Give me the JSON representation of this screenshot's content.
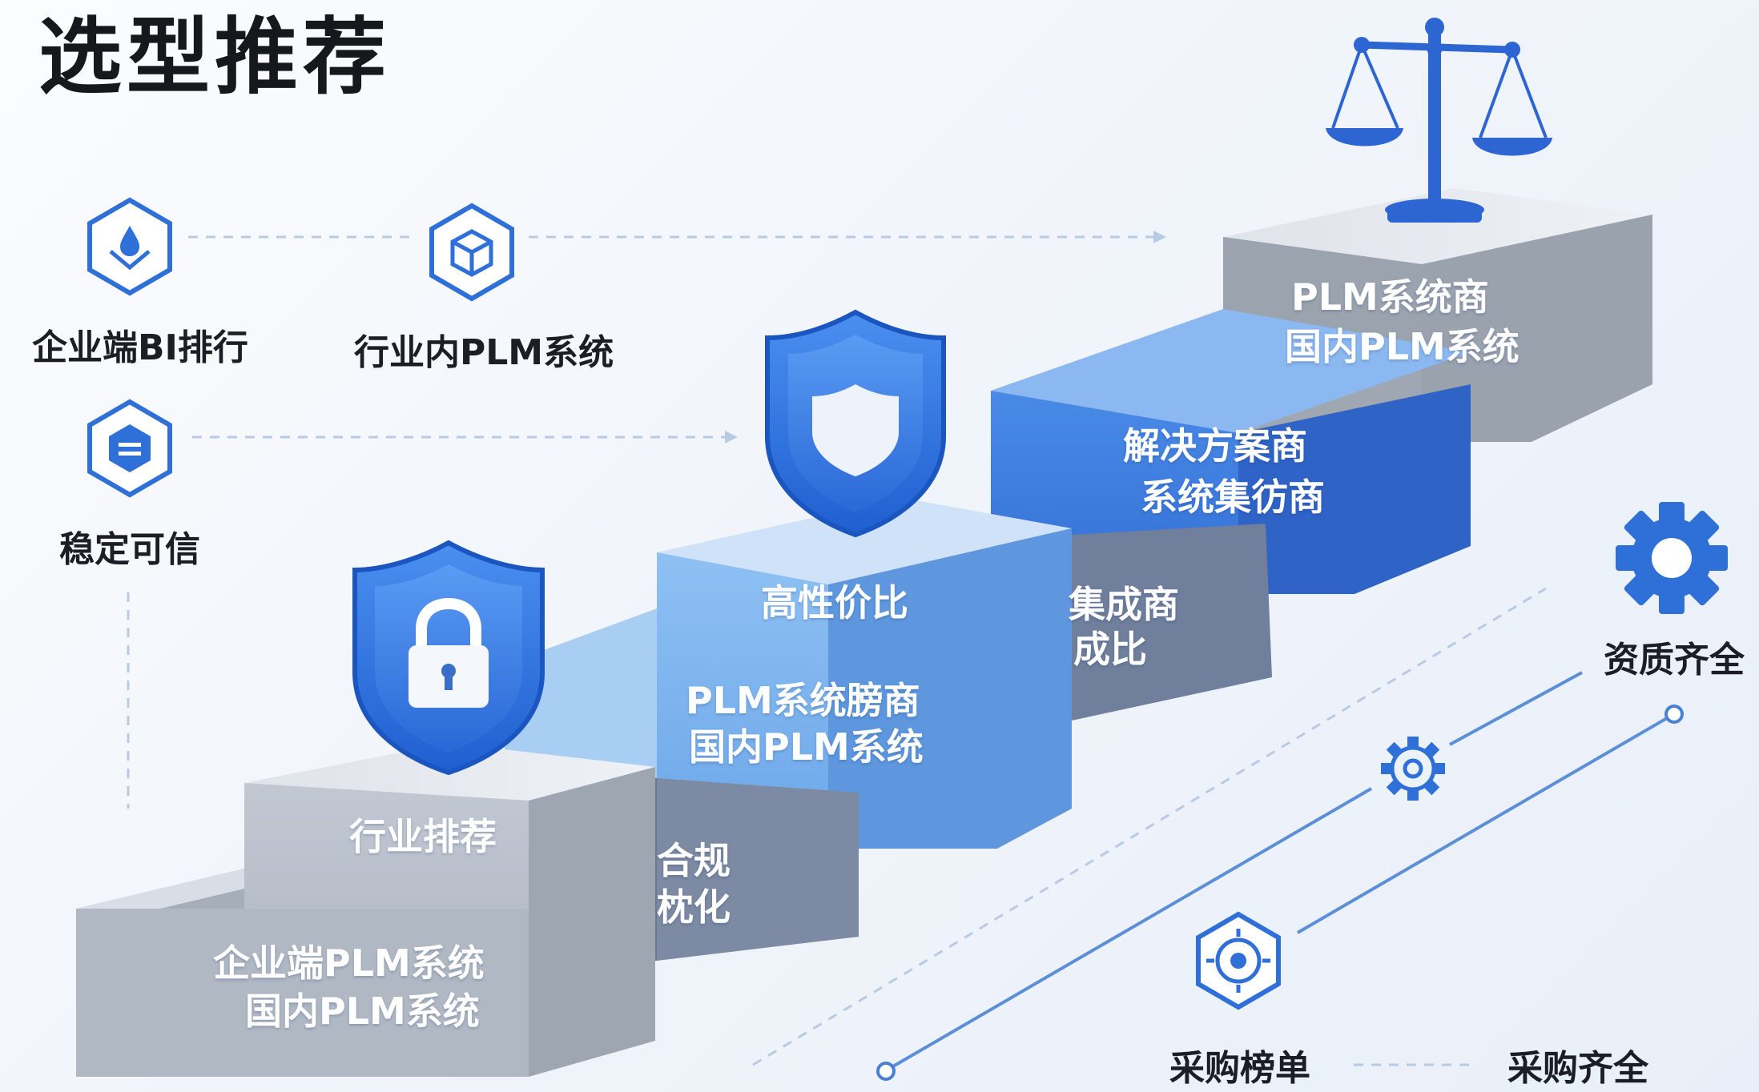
{
  "title": "选型推荐",
  "features": [
    {
      "icon": "drop-hexagon-icon",
      "label": "企业端BI排行"
    },
    {
      "icon": "box-hexagon-icon",
      "label": "行业内PLM系统"
    },
    {
      "icon": "equal-hexagon-icon",
      "label": "稳定可信"
    }
  ],
  "blocks": {
    "step1": {
      "top": "行业排荐",
      "line1": "企业端PLM系统",
      "line2": "国内PLM系统"
    },
    "step1_back": {
      "line1": "合规",
      "line2": "枕化"
    },
    "step2": {
      "top": "高性价比",
      "line1": "PLM系统膀商",
      "line2": "国内PLM系统"
    },
    "step2_back": {
      "line1": "集成商",
      "line2": "成比"
    },
    "step3": {
      "line1": "解决方案商",
      "line2": "系统集彷商"
    },
    "step4": {
      "line1": "PLM系统商",
      "line2": "国内PLM系统"
    }
  },
  "right_labels": {
    "gear": "资质齐全",
    "procure_list": "采购榜单",
    "procure_full": "采购齐全"
  },
  "colors": {
    "gray_block": "#b9c0cb",
    "steel_block": "#7f8da8",
    "light_blue": "#7fb4ec",
    "blue": "#3f7fe0",
    "accent": "#2f6fd8"
  }
}
